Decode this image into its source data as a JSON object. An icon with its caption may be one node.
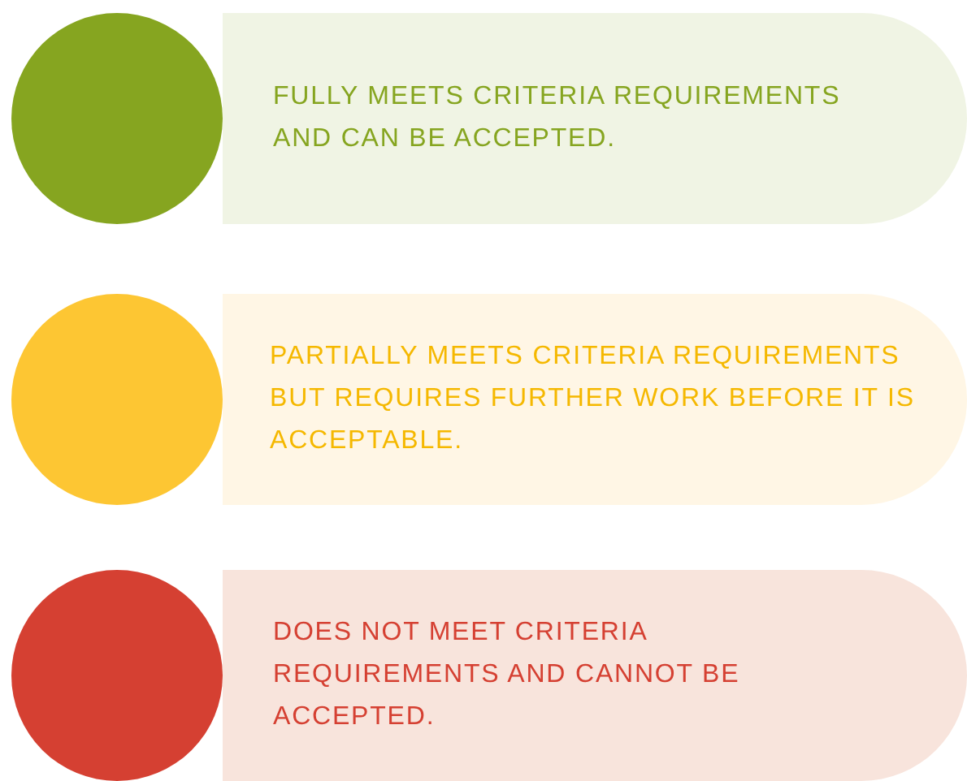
{
  "diagram": {
    "nodes": [
      {
        "text": [],
        "shape": "circle"
      },
      {
        "text": [
          "FULLY MEETS CRITERIA REQUIREMENTS AND CAN BE ACCEPTED."
        ]
      },
      {
        "text": [],
        "shape": "circle"
      },
      {
        "text": [
          "PARTIALLY MEETS CRITERIA REQUIREMENTS BUT REQUIRES FURTHER WORK BEFORE IT IS ACCEPTABLE."
        ]
      },
      {
        "text": [],
        "shape": "circle"
      },
      {
        "text": [
          "DOES NOT MEET CRITERIA REQUIREMENTS AND CANNOT BE ACCEPTED."
        ]
      }
    ]
  }
}
